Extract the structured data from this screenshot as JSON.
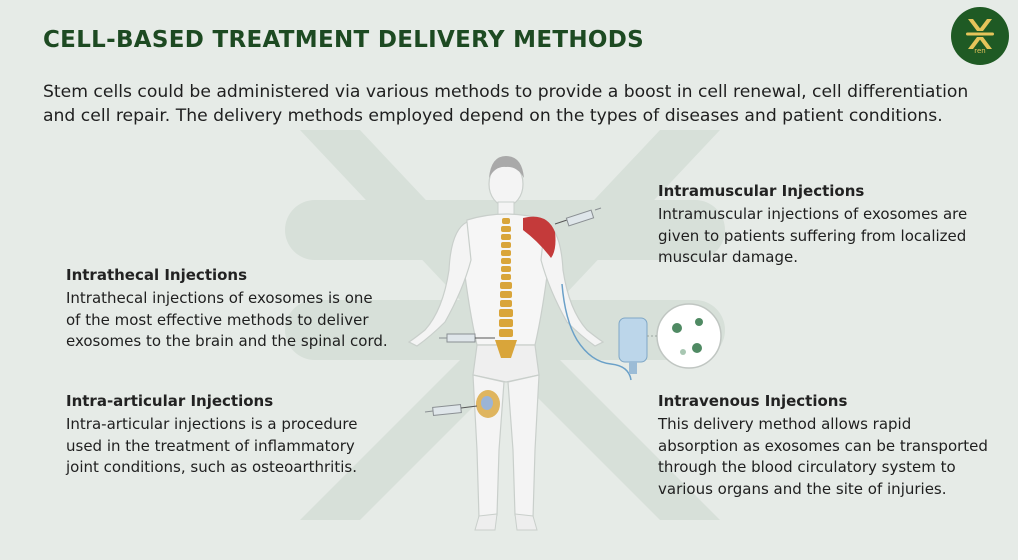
{
  "title": "CELL-BASED TREATMENT DELIVERY METHODS",
  "intro": "Stem cells could be administered via various methods to provide a boost in cell renewal, cell differentiation and cell repair. The delivery methods employed depend on the types of diseases and patient conditions.",
  "logo": {
    "text": "ren",
    "icon": "ren-logo-icon"
  },
  "colors": {
    "title": "#1d4a22",
    "logo_bg": "#1f5a24",
    "logo_accent": "#e6c45a",
    "muscle": "#c43a3a",
    "spine": "#d9a53a"
  },
  "sections": {
    "intramuscular": {
      "heading": "Intramuscular Injections",
      "body": "Intramuscular injections of exosomes are given to patients suffering from localized muscular damage."
    },
    "intrathecal": {
      "heading": "Intrathecal Injections",
      "body": "Intrathecal injections of exosomes is one of the most effective methods to deliver exosomes to the brain and the spinal cord."
    },
    "intra_articular": {
      "heading": "Intra-articular Injections",
      "body": "Intra-articular injections is a procedure used in the treatment of inflammatory joint conditions, such as osteoarthritis."
    },
    "intravenous": {
      "heading": "Intravenous Injections",
      "body": "This delivery method allows rapid absorption as exosomes can be transported through the blood circulatory system to various organs and the site of injuries."
    }
  }
}
